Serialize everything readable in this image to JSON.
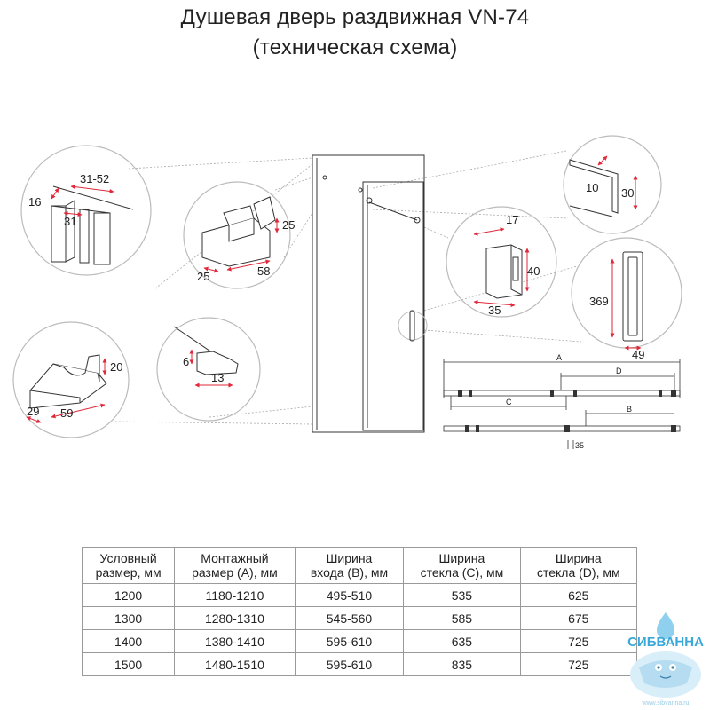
{
  "header": {
    "title_line1": "Душевая дверь раздвижная VN-74",
    "title_line2": "(техническая схема)"
  },
  "details": {
    "top_profile": {
      "d1": "16",
      "d2": "31-52",
      "d3": "31"
    },
    "block_top": {
      "d1": "25",
      "d2": "25",
      "d3": "58"
    },
    "block_bottom": {
      "d1": "20",
      "d2": "29",
      "d3": "59"
    },
    "seal": {
      "d1": "6",
      "d2": "13"
    },
    "bracket": {
      "d1": "10",
      "d2": "30"
    },
    "stopper": {
      "d1": "17",
      "d2": "40",
      "d3": "35"
    },
    "handle": {
      "d1": "369",
      "d2": "49"
    }
  },
  "plan": {
    "labels": [
      "A",
      "D",
      "C",
      "B",
      "35"
    ]
  },
  "table": {
    "headers": [
      [
        "Условный",
        "размер, мм"
      ],
      [
        "Монтажный",
        "размер (A), мм"
      ],
      [
        "Ширина",
        "входа (B), мм"
      ],
      [
        "Ширина",
        "стекла (C), мм"
      ],
      [
        "Ширина",
        "стекла (D), мм"
      ]
    ],
    "rows": [
      [
        "1200",
        "1180-1210",
        "495-510",
        "535",
        "625"
      ],
      [
        "1300",
        "1280-1310",
        "545-560",
        "585",
        "675"
      ],
      [
        "1400",
        "1380-1410",
        "595-610",
        "635",
        "725"
      ],
      [
        "1500",
        "1480-1510",
        "595-610",
        "835",
        "725"
      ]
    ]
  },
  "watermark": {
    "text": "СИБВАННА",
    "url": "www.sibvanna.ru"
  },
  "colors": {
    "dimension_arrow": "#e0283a",
    "line": "#333333",
    "watermark": "#3aa8d8"
  }
}
